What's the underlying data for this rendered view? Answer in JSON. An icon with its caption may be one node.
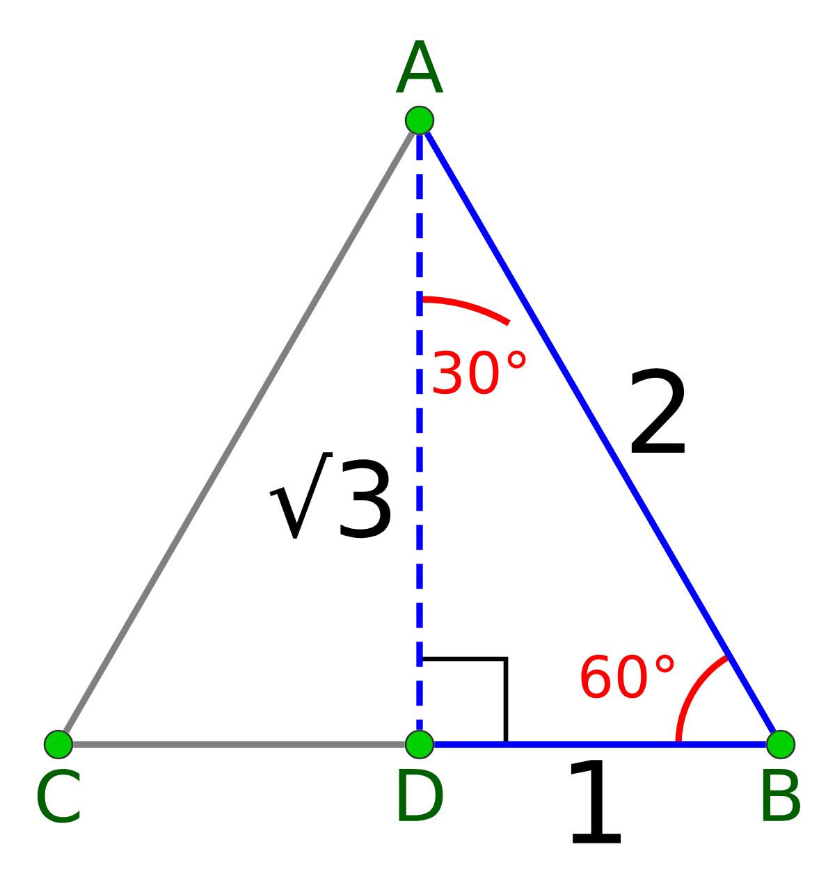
{
  "diagram": {
    "nodes": [
      {
        "text": [
          "A"
        ]
      },
      {
        "text": [
          "C"
        ]
      },
      {
        "text": [
          "D"
        ]
      },
      {
        "text": [
          "B"
        ]
      }
    ],
    "edges": [
      {
        "from": 0,
        "to": 3,
        "arrow": "none",
        "label": "2"
      },
      {
        "from": 0,
        "to": 2,
        "arrow": "none",
        "label": "√3",
        "style": "dashed"
      },
      {
        "from": 2,
        "to": 3,
        "arrow": "none",
        "label": "1"
      },
      {
        "from": 1,
        "to": 0,
        "arrow": "none",
        "color": "#808080"
      },
      {
        "from": 1,
        "to": 2,
        "arrow": "none",
        "color": "#808080"
      }
    ],
    "labels": [
      "30°",
      "60°"
    ]
  }
}
